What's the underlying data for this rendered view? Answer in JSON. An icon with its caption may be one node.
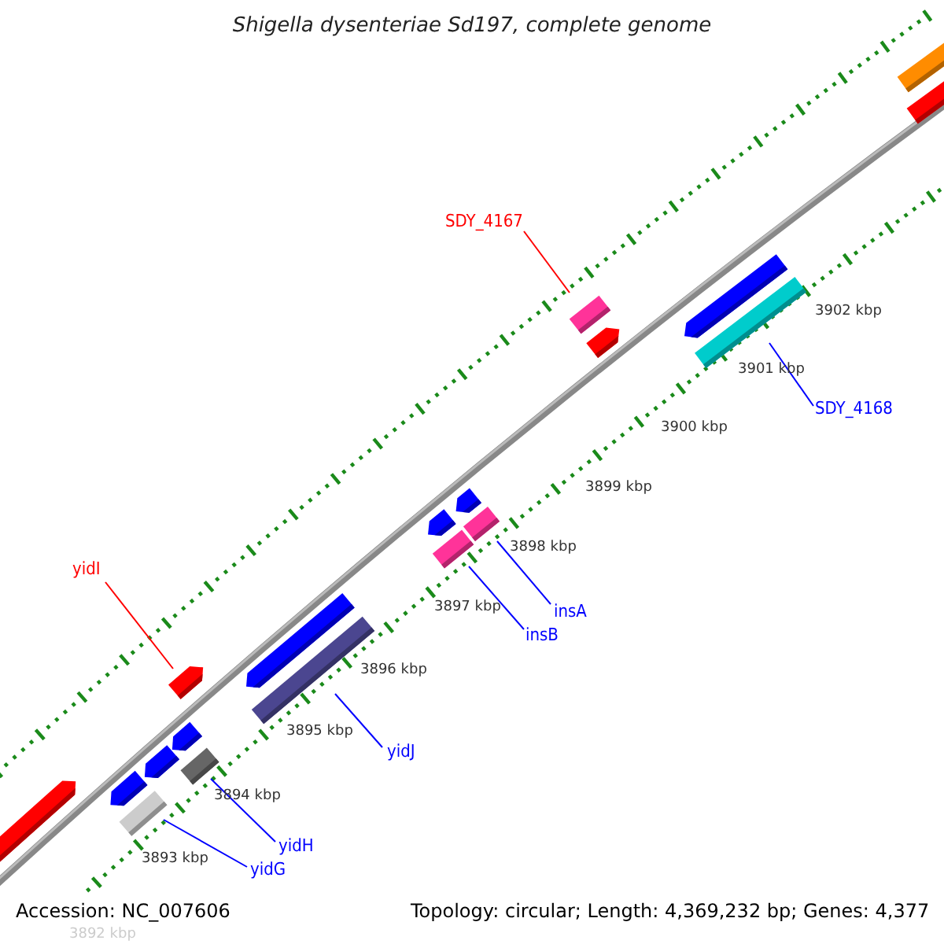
{
  "diagram": {
    "title": "Shigella dysenteriae Sd197, complete genome",
    "nodes": [
      {
        "text": [
          "SDY_4167"
        ]
      },
      {
        "text": [],
        "shape": "bar"
      },
      {
        "text": [
          "SDY_4168"
        ]
      },
      {
        "text": [],
        "shape": "bar"
      },
      {
        "text": [
          "insA"
        ]
      },
      {
        "text": [],
        "shape": "bar"
      },
      {
        "text": [
          "insB"
        ]
      },
      {
        "text": [],
        "shape": "bar"
      },
      {
        "text": [
          "yidI"
        ]
      },
      {
        "text": [],
        "shape": "arrow"
      },
      {
        "text": [
          "yidJ"
        ]
      },
      {
        "text": [],
        "shape": "bar"
      },
      {
        "text": [
          "yidH"
        ]
      },
      {
        "text": [],
        "shape": "bar"
      },
      {
        "text": [
          "yidG"
        ]
      },
      {
        "text": [],
        "shape": "bar"
      },
      {
        "text": [],
        "shape": "bar"
      },
      {
        "text": [],
        "shape": "bar"
      },
      {
        "text": [],
        "shape": "arrow"
      },
      {
        "text": [],
        "shape": "arrow"
      },
      {
        "text": [],
        "shape": "arrow"
      },
      {
        "text": [],
        "shape": "arrow"
      },
      {
        "text": [],
        "shape": "arrow"
      },
      {
        "text": [],
        "shape": "arrow"
      },
      {
        "text": [],
        "shape": "arrow"
      },
      {
        "text": [],
        "shape": "arrow"
      },
      {
        "text": [],
        "shape": "arrow"
      }
    ],
    "edges": [
      {
        "from": 0,
        "to": 1,
        "arrow": "none",
        "color": "#ff0000"
      },
      {
        "from": 2,
        "to": 3,
        "arrow": "none"
      },
      {
        "from": 4,
        "to": 5,
        "arrow": "none"
      },
      {
        "from": 6,
        "to": 7,
        "arrow": "none"
      },
      {
        "from": 8,
        "to": 9,
        "arrow": "none",
        "color": "#ff0000"
      },
      {
        "from": 10,
        "to": 11,
        "arrow": "none"
      },
      {
        "from": 12,
        "to": 13,
        "arrow": "none"
      },
      {
        "from": 14,
        "to": 15,
        "arrow": "none"
      }
    ],
    "labels": [
      "3902 kbp",
      "3901 kbp",
      "3900 kbp",
      "3899 kbp",
      "3898 kbp",
      "3897 kbp",
      "3896 kbp",
      "3895 kbp",
      "3894 kbp",
      "3893 kbp",
      "3892 kbp",
      "Accession: NC_007606",
      "Topology: circular; Length: 4,369,232 bp; Genes: 4,377"
    ]
  }
}
